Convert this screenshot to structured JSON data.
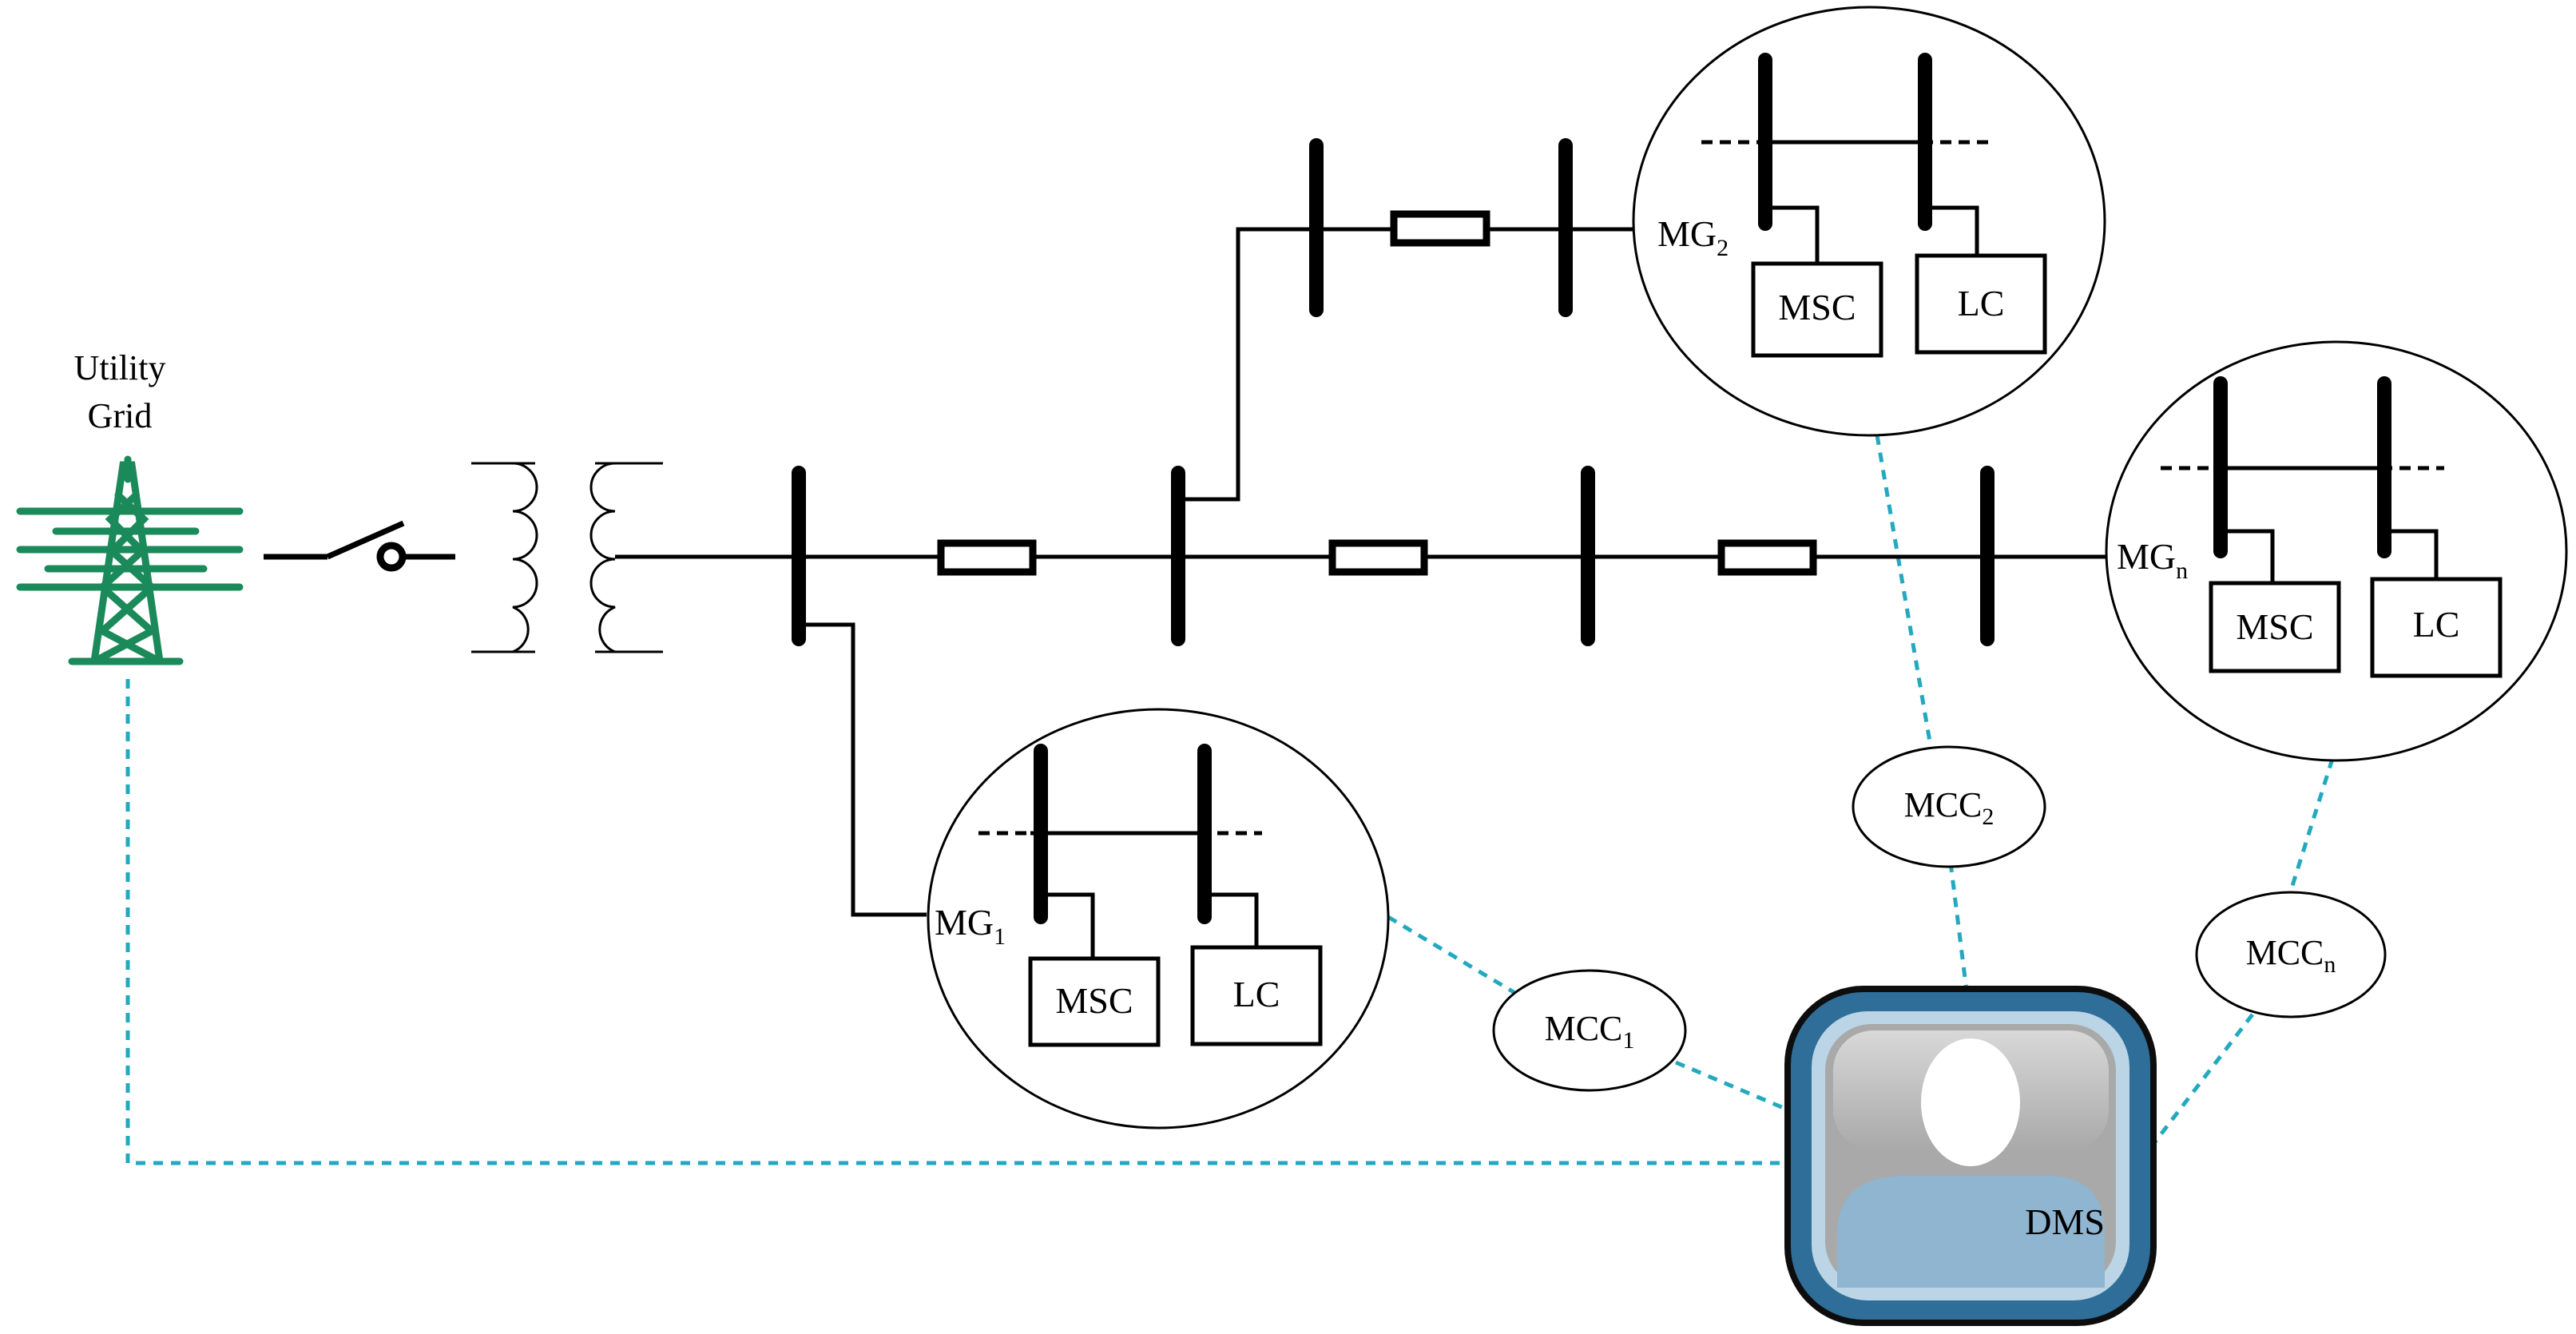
{
  "colors": {
    "comm_link": "#23a9bf",
    "grid_icon": "#1b8a5a",
    "dms_frame_outer": "#2e6e99",
    "dms_frame_inner": "#bcd5e6",
    "dms_screen": "#a9a9a9",
    "dms_body": "#8fb5d0"
  },
  "utility_grid": {
    "label_line1": "Utility",
    "label_line2": "Grid",
    "icon": "transmission-tower-icon"
  },
  "microgrids": [
    {
      "id": "mg1",
      "label": "MG",
      "sub": "1",
      "msc": "MSC",
      "lc": "LC"
    },
    {
      "id": "mg2",
      "label": "MG",
      "sub": "2",
      "msc": "MSC",
      "lc": "LC"
    },
    {
      "id": "mgn",
      "label": "MG",
      "sub": "n",
      "msc": "MSC",
      "lc": "LC"
    }
  ],
  "controllers": [
    {
      "id": "mcc1",
      "label": "MCC",
      "sub": "1"
    },
    {
      "id": "mcc2",
      "label": "MCC",
      "sub": "2"
    },
    {
      "id": "mccn",
      "label": "MCC",
      "sub": "n"
    }
  ],
  "dms": {
    "label": "DMS",
    "icon": "operator-avatar-icon"
  }
}
